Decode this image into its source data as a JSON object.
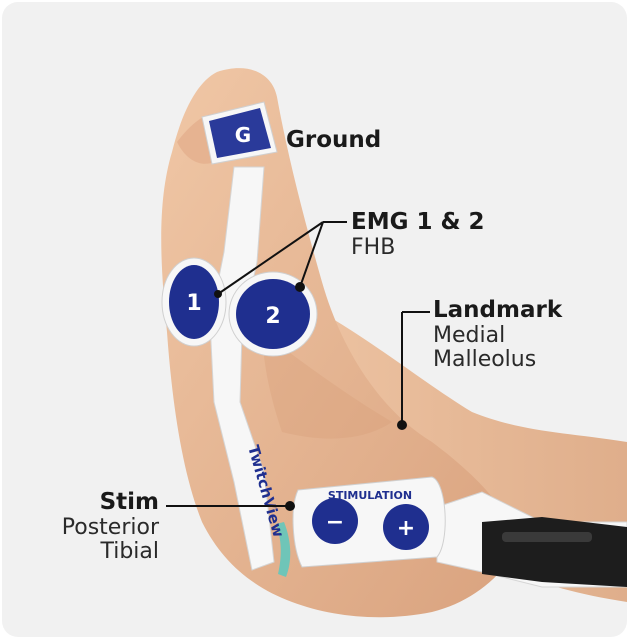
{
  "labels": {
    "ground": {
      "title": "Ground"
    },
    "emg": {
      "title": "EMG 1 & 2",
      "sub": "FHB"
    },
    "landmark": {
      "title": "Landmark",
      "sub1": "Medial",
      "sub2": "Malleolus"
    },
    "stim": {
      "title": "Stim",
      "sub1": "Posterior",
      "sub2": "Tibial"
    }
  },
  "electrodes": {
    "ground": "G",
    "emg1": "1",
    "emg2": "2",
    "stim_panel": "STIMULATION",
    "stim_minus": "−",
    "stim_plus": "+",
    "brand": "TwitchView"
  },
  "colors": {
    "electrode_blue": "#1f2f8f",
    "card_background": "#f1f1f1",
    "skin": "#e8b896"
  }
}
